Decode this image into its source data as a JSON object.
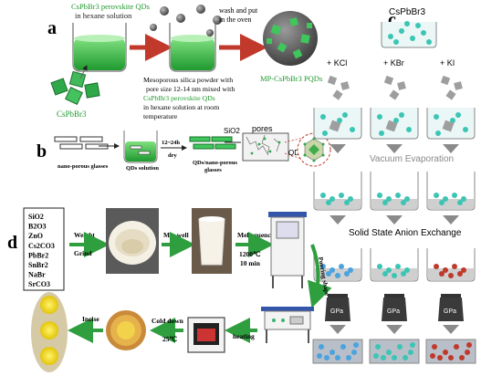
{
  "panel_a": {
    "letter": "a",
    "label_qds_line1": "CsPbBr3 perovskite QDs",
    "label_qds_line2": "in hexane solution",
    "label_cspbbr3": "CsPbBr3",
    "desc_lines": [
      "Mesoporous silica powder with",
      "pore size 12-14 nm mixed with",
      "CsPbBr3 perovskite QDs",
      "in hexane solution at room",
      "temperature"
    ],
    "wash_line1": "wash and put",
    "wash_line2": "in the oven",
    "product": "MP-CsPbBr3 PQDs"
  },
  "panel_b": {
    "letter": "b",
    "label_glasses": "nano-porous glasses",
    "label_solution": "QDs solution",
    "label_time": "12~24h",
    "label_dry": "dry",
    "label_qds_glasses_line1": "QDs/nano-porous",
    "label_qds_glasses_line2": "glasses",
    "label_sio2": "SiO2",
    "label_pores": "pores",
    "label_qds": "QDs"
  },
  "panel_c": {
    "letter": "c",
    "title": "CsPbBr3",
    "reagents": [
      "+ KCl",
      "+ KBr",
      "+ KI"
    ],
    "step1": "Vacuum Evaporation",
    "step2": "Solid State Anion Exchange",
    "press_label": "GPa",
    "colors": {
      "teal": "#3cc5b4",
      "blue": "#4aa3df",
      "red": "#c0392b",
      "gray": "#9e9e9e"
    }
  },
  "panel_d": {
    "letter": "d",
    "ingredients": [
      "SiO2",
      "B2O3",
      "ZnO",
      "Cs2CO3",
      "PbBr2",
      "SnBr2",
      "NaBr",
      "SrCO3"
    ],
    "step_weight": "Weight",
    "step_grind": "Grind",
    "step_mix": "Mix well",
    "step_melt": "Melt-quench",
    "melt_temp": "1200℃",
    "melt_time": "10 min",
    "step_pour": "Pouring shape",
    "step_heating": "heating",
    "step_cool": "Cold down",
    "cool_temp": "25℃",
    "step_incise": "Incise"
  }
}
